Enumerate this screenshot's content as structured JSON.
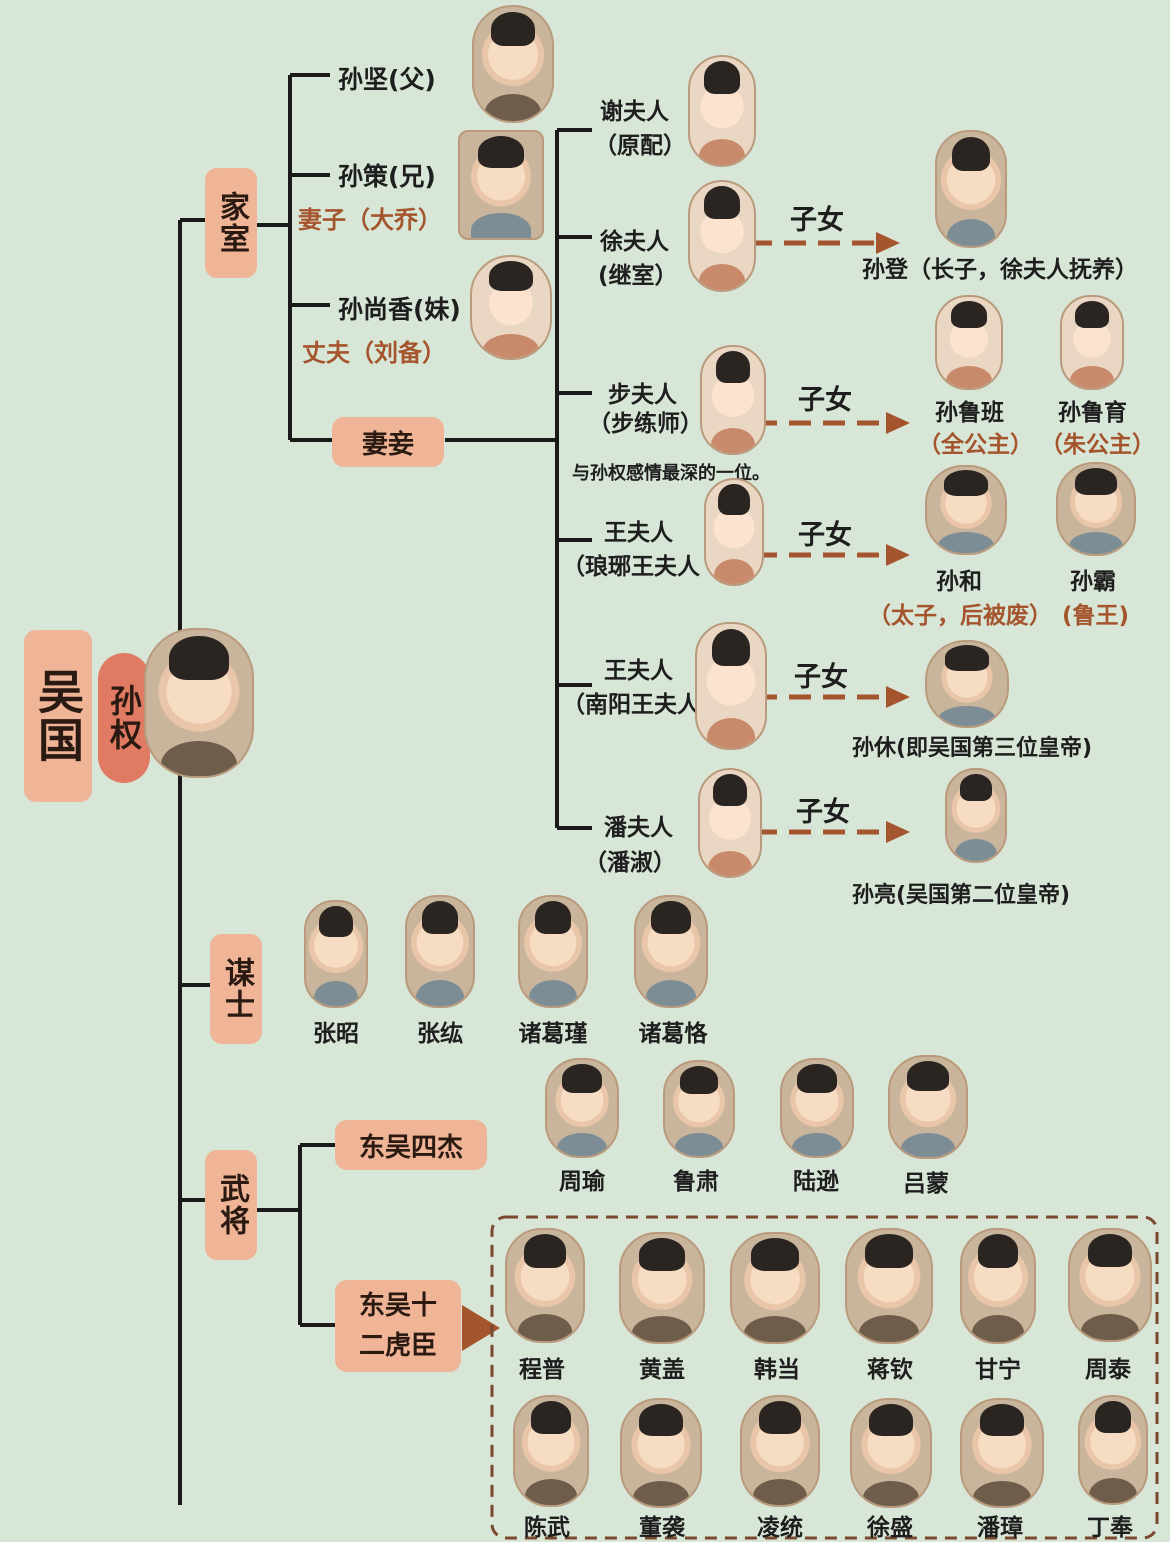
{
  "kingdom": "吴国",
  "ruler": "孙权",
  "branches": {
    "family": "家室",
    "advisors": "谋士",
    "generals": "武将"
  },
  "family": {
    "father": "孙坚(父)",
    "brother": "孙策(兄)",
    "brother_note": "妻子（大乔）",
    "sister": "孙尚香(妹)",
    "sister_note": "丈夫（刘备）",
    "consorts_label": "妻妾"
  },
  "consorts": [
    {
      "name": "谢夫人",
      "note": "（原配）",
      "children_label": "",
      "children": []
    },
    {
      "name": "徐夫人",
      "note": "(继室）",
      "children_label": "子女",
      "children": [
        "孙登（长子，徐夫人抚养）"
      ]
    },
    {
      "name": "步夫人",
      "note": "（步练师）",
      "remark": "与孙权感情最深的一位。",
      "children_label": "子女",
      "children": [
        "孙鲁班",
        "孙鲁育"
      ],
      "children_notes": [
        "（全公主）",
        "（朱公主）"
      ]
    },
    {
      "name": "王夫人",
      "note": "（琅琊王夫人",
      "children_label": "子女",
      "children": [
        "孙和",
        "孙霸"
      ],
      "children_notes": [
        "（太子，后被废）",
        "(鲁王)"
      ]
    },
    {
      "name": "王夫人",
      "note": "（南阳王夫人",
      "children_label": "子女",
      "children": [
        "孙休(即吴国第三位皇帝)"
      ]
    },
    {
      "name": "潘夫人",
      "note": "（潘淑）",
      "children_label": "子女",
      "children": [
        "孙亮(吴国第二位皇帝)"
      ]
    }
  ],
  "advisors": [
    "张昭",
    "张纮",
    "诸葛瑾",
    "诸葛恪"
  ],
  "generals": {
    "four_heroes_label": "东吴四杰",
    "four_heroes": [
      "周瑜",
      "鲁肃",
      "陆逊",
      "吕蒙"
    ],
    "twelve_tigers_label_1": "东吴十",
    "twelve_tigers_label_2": "二虎臣",
    "twelve_tigers_row1": [
      "程普",
      "黄盖",
      "韩当",
      "蒋钦",
      "甘宁",
      "周泰"
    ],
    "twelve_tigers_row2": [
      "陈武",
      "董袭",
      "凌统",
      "徐盛",
      "潘璋",
      "丁奉"
    ]
  },
  "colors": {
    "background": "#d7e6d6",
    "box": "#efb596",
    "ruler_oval": "#e07a63",
    "arrow": "#a5552d",
    "line": "#1a1a1a"
  }
}
